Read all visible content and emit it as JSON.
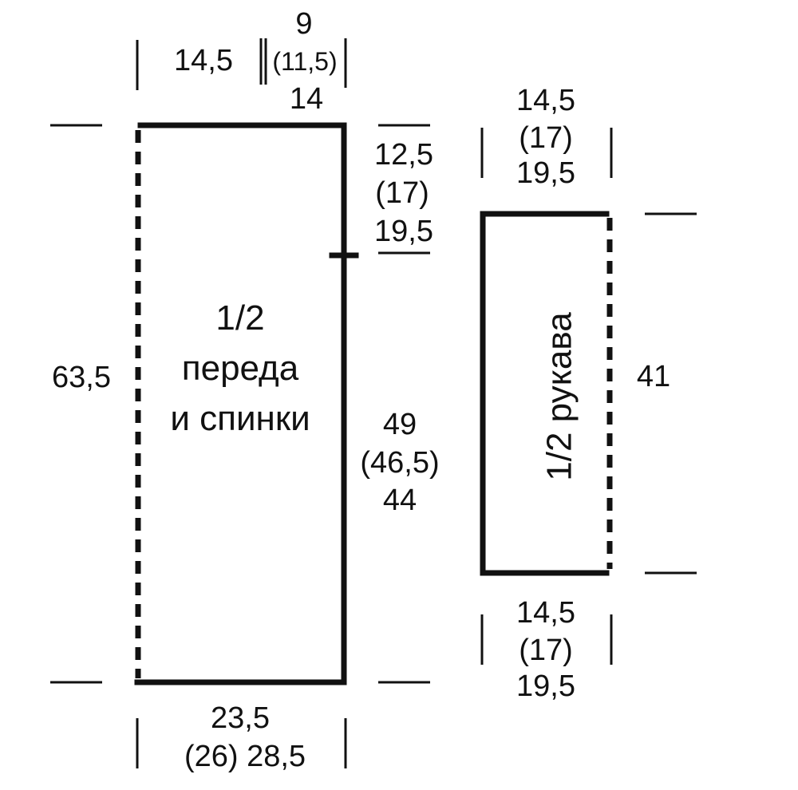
{
  "colors": {
    "ink": "#111111",
    "background": "#ffffff"
  },
  "body_piece": {
    "title_fraction": "1/2",
    "title_line1": "переда",
    "title_line2": "и спинки",
    "top_left_width": "14,5",
    "neck_top": "9",
    "neck_mid": "(11,5)",
    "neck_bottom": "14",
    "total_height": "63,5",
    "armhole_line1": "12,5",
    "armhole_line2": "(17)",
    "armhole_line3": "19,5",
    "side_line1": "49",
    "side_line2": "(46,5)",
    "side_line3": "44",
    "bottom_line1": "23,5",
    "bottom_line2": "(26) 28,5"
  },
  "sleeve_piece": {
    "title": "1/2 рукава",
    "top_line1": "14,5",
    "top_line2": "(17)",
    "top_line3": "19,5",
    "height": "41",
    "bottom_line1": "14,5",
    "bottom_line2": "(17)",
    "bottom_line3": "19,5"
  }
}
